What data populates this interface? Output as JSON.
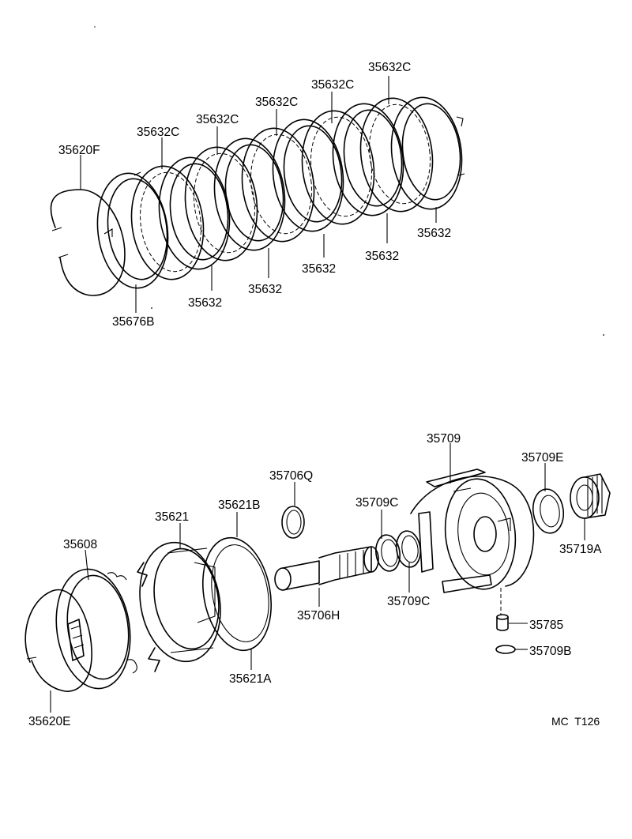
{
  "diagram": {
    "footer_code": "MC  T126",
    "labels": {
      "l35620f": "35620F",
      "l35632c_1": "35632C",
      "l35632c_2": "35632C",
      "l35632c_3": "35632C",
      "l35632c_4": "35632C",
      "l35632c_5": "35632C",
      "l35632_1": "35632",
      "l35632_2": "35632",
      "l35632_3": "35632",
      "l35632_4": "35632",
      "l35632_5": "35632",
      "l35676b": "35676B",
      "l35706q": "35706Q",
      "l35709": "35709",
      "l35709e": "35709E",
      "l35621b": "35621B",
      "l35621": "35621",
      "l35709c_1": "35709C",
      "l35709c_2": "35709C",
      "l35608": "35608",
      "l35719a": "35719A",
      "l35706h": "35706H",
      "l35785": "35785",
      "l35709b": "35709B",
      "l35621a": "35621A",
      "l35620e": "35620E"
    }
  }
}
